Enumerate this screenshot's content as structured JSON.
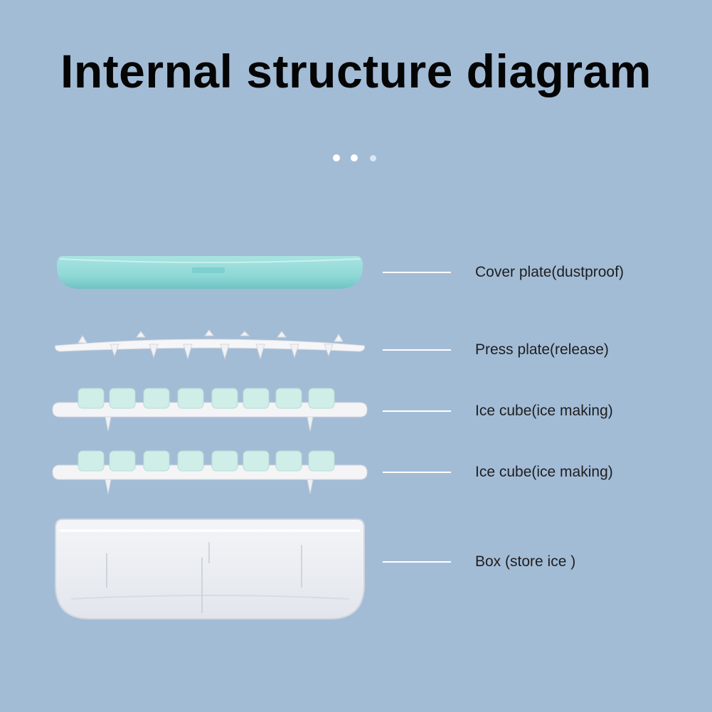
{
  "title": "Internal structure diagram",
  "pager": {
    "dots": [
      {
        "color": "#ffffff"
      },
      {
        "color": "#ffffff"
      },
      {
        "color": "#dbe6f2"
      }
    ]
  },
  "colors": {
    "background": "#a3bcd6",
    "cover": "#8fd8d6",
    "cover_dark": "#6fc3c3",
    "tray": "#f4f4f6",
    "cube": "#cfeee7",
    "box": "#eef1f4",
    "callout_line": "#ffffff"
  },
  "parts": [
    {
      "id": "cover",
      "label": "Cover plate(dustproof)"
    },
    {
      "id": "press",
      "label": "Press plate(release)"
    },
    {
      "id": "tray1",
      "label": "Ice cube(ice making)"
    },
    {
      "id": "tray2",
      "label": "Ice cube(ice making)"
    },
    {
      "id": "box",
      "label": "Box (store ice )"
    }
  ]
}
